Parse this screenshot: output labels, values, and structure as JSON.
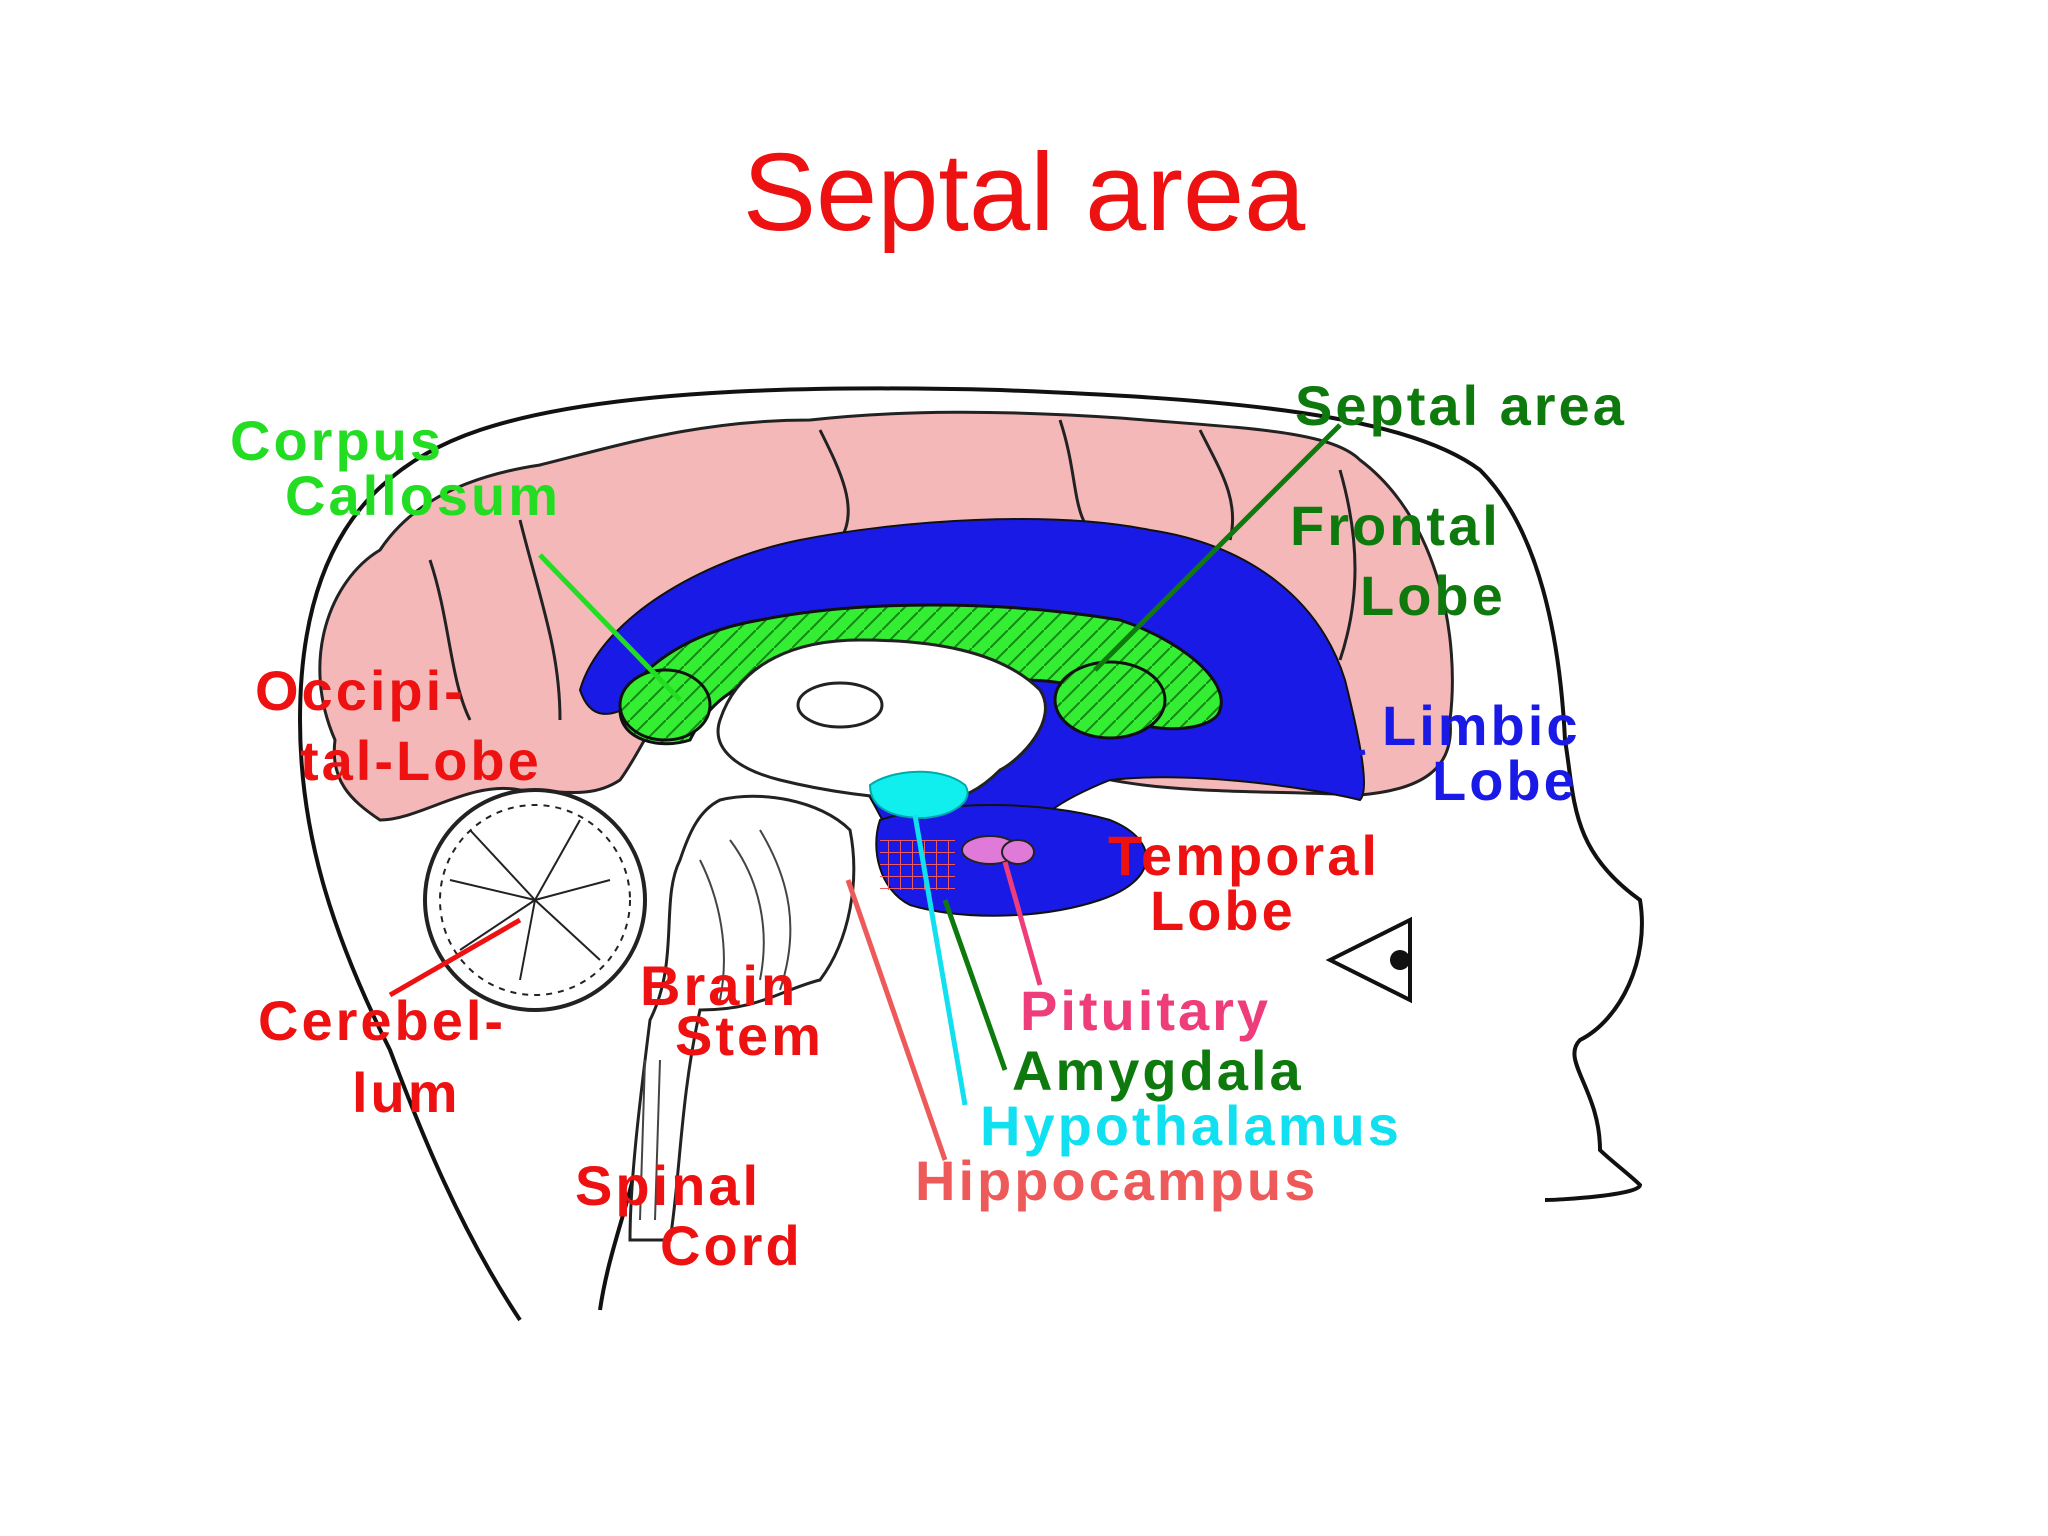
{
  "title": "Septal area",
  "colors": {
    "title": "#ee1111",
    "cortex": "#f5b8b8",
    "limbic": "#1a1ae6",
    "corpus_callosum": "#33ee33",
    "hypothalamus": "#11eeee",
    "pituitary": "#e07ad8",
    "label_red": "#ee1111",
    "label_green": "#0e7a0e",
    "label_bright_green": "#22dd22",
    "label_blue": "#1a1ae6",
    "label_cyan": "#11e0f0",
    "label_pink": "#ee3d7a",
    "label_salmon": "#ee5a5a"
  },
  "labels": {
    "corpus_callosum_1": "Corpus",
    "corpus_callosum_2": "Callosum",
    "septal_area": "Septal area",
    "frontal_lobe_1": "Frontal",
    "frontal_lobe_2": "Lobe",
    "occipital_lobe_1": "Occipi-",
    "occipital_lobe_2": "tal-Lobe",
    "limbic_lobe_1": "Limbic",
    "limbic_lobe_2": "Lobe",
    "temporal_lobe_1": "Temporal",
    "temporal_lobe_2": "Lobe",
    "brain_stem_1": "Brain",
    "brain_stem_2": "Stem",
    "cerebellum_1": "Cerebel-",
    "cerebellum_2": "lum",
    "pituitary": "Pituitary",
    "amygdala": "Amygdala",
    "hypothalamus": "Hypothalamus",
    "spinal_cord_1": "Spinal",
    "spinal_cord_2": "Cord",
    "hippocampus": "Hippocampus"
  }
}
